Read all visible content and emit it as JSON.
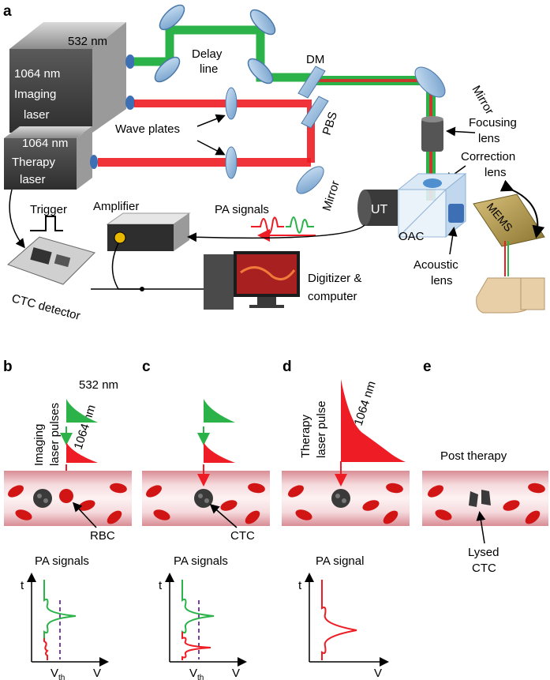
{
  "panels": {
    "a": "a",
    "b": "b",
    "c": "c",
    "d": "d",
    "e": "e"
  },
  "setup": {
    "laser_532": "532 nm",
    "imaging_laser": [
      "1064 nm",
      "Imaging",
      "laser"
    ],
    "therapy_laser": [
      "1064 nm",
      "Therapy",
      "laser"
    ],
    "delay_line": [
      "Delay",
      "line"
    ],
    "dm": "DM",
    "pbs": "PBS",
    "mirror_top": "Mirror",
    "mirror_bottom": "Mirror",
    "wave_plates": "Wave plates",
    "focusing_lens": [
      "Focusing",
      "lens"
    ],
    "correction_lens": [
      "Correction",
      "lens"
    ],
    "ut": "UT",
    "oac": "OAC",
    "mems": "MEMS",
    "acoustic_lens": [
      "Acoustic",
      "lens"
    ],
    "amplifier": "Amplifier",
    "pa_signals": "PA signals",
    "trigger": "Trigger",
    "ctc_detector": "CTC detector",
    "digitizer": [
      "Digitizer &",
      "computer"
    ]
  },
  "panel_b": {
    "pulses_label": [
      "Imaging",
      "laser pulses"
    ],
    "wl1": "532 nm",
    "wl2": "1064 nm",
    "cell": "RBC",
    "plot_title": "PA signals",
    "t": "t",
    "v": "V",
    "vth": "V",
    "vth_sub": "th"
  },
  "panel_c": {
    "cell": "CTC",
    "plot_title": "PA signals",
    "t": "t",
    "v": "V",
    "vth": "V",
    "vth_sub": "th"
  },
  "panel_d": {
    "pulse_label": [
      "Therapy",
      "laser pulse"
    ],
    "wl": "1064 nm",
    "plot_title": "PA signal",
    "t": "t",
    "v": "V"
  },
  "panel_e": {
    "title": "Post therapy",
    "cell": [
      "Lysed",
      "CTC"
    ]
  },
  "colors": {
    "green": "#2bb34a",
    "red": "#ee1c24",
    "dark_box": "#4a4a4a",
    "blue_optic": "#9cc3e6",
    "purple": "#7a3fa0"
  }
}
